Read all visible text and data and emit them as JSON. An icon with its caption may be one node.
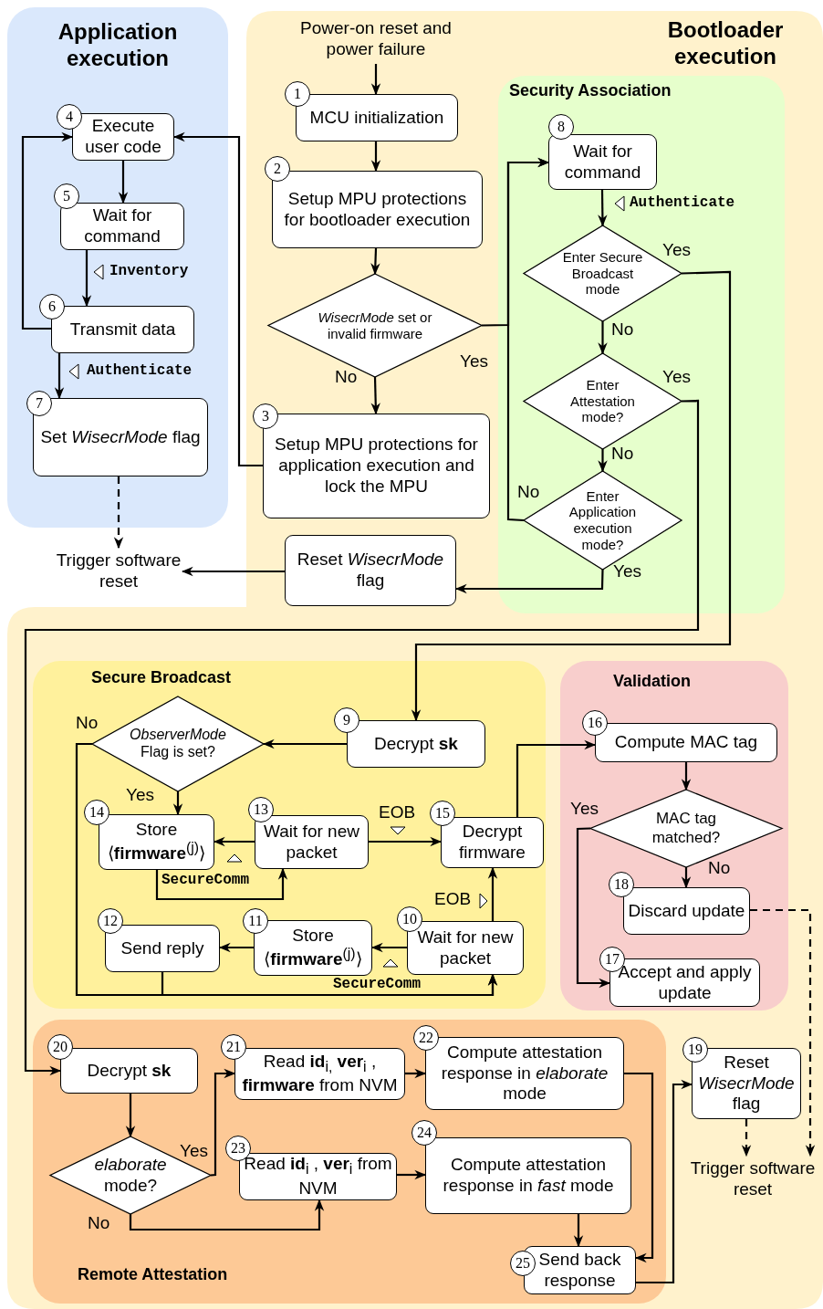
{
  "diagram": {
    "nodes": [
      {
        "text": [
          "Application execution"
        ]
      },
      {
        "text": [
          "4",
          "Execute user code"
        ],
        "in": 0
      },
      {
        "text": [
          "5",
          "Wait for command"
        ],
        "in": 0
      },
      {
        "text": [
          "6",
          "Transmit data"
        ],
        "in": 0
      },
      {
        "text": [
          "7",
          "Set *WisecrMode* flag"
        ],
        "in": 0
      },
      {
        "text": [
          "Trigger software reset"
        ]
      },
      {
        "text": [
          "Bootloader execution"
        ]
      },
      {
        "text": [
          "Power-on reset and power failure"
        ],
        "in": 6
      },
      {
        "text": [
          "1",
          "MCU initialization"
        ],
        "in": 6
      },
      {
        "text": [
          "2",
          "Setup MPU protections for bootloader execution"
        ],
        "in": 6
      },
      {
        "text": [
          "*WisecrMode* set or invalid firmware"
        ],
        "in": 6
      },
      {
        "text": [
          "3",
          "Setup MPU protections for application execution and lock the MPU"
        ],
        "in": 6
      },
      {
        "text": [
          "Reset *WisecrMode* flag"
        ],
        "in": 6
      },
      {
        "text": [
          "Security Association"
        ],
        "in": 6
      },
      {
        "text": [
          "8",
          "Wait for command"
        ],
        "in": 13
      },
      {
        "text": [
          "Enter Secure Broadcast mode"
        ],
        "in": 13
      },
      {
        "text": [
          "Enter Attestation mode?"
        ],
        "in": 13
      },
      {
        "text": [
          "Enter Application execution mode?"
        ],
        "in": 13
      },
      {
        "text": [
          "Secure Broadcast"
        ],
        "in": 6
      },
      {
        "text": [
          "*ObserverMode* Flag is set?"
        ],
        "in": 18
      },
      {
        "text": [
          "9",
          "Decrypt **sk**"
        ],
        "in": 18
      },
      {
        "text": [
          "14",
          "Store ⟨**firmware**$^{(j)}$⟩"
        ],
        "in": 18
      },
      {
        "text": [
          "13",
          "Wait for new packet"
        ],
        "in": 18
      },
      {
        "text": [
          "15",
          "Decrypt firmware"
        ],
        "in": 18
      },
      {
        "text": [
          "12",
          "Send reply"
        ],
        "in": 18
      },
      {
        "text": [
          "11",
          "Store ⟨**firmware**$^{(j)}$⟩"
        ],
        "in": 18
      },
      {
        "text": [
          "10",
          "Wait for new packet"
        ],
        "in": 18
      },
      {
        "text": [
          "Validation"
        ],
        "in": 6
      },
      {
        "text": [
          "16",
          "Compute MAC tag"
        ],
        "in": 27
      },
      {
        "text": [
          "MAC tag matched?"
        ],
        "in": 27
      },
      {
        "text": [
          "18",
          "Discard update"
        ],
        "in": 27
      },
      {
        "text": [
          "17",
          "Accept and apply update"
        ],
        "in": 27
      },
      {
        "text": [
          "19",
          "Reset *WisecrMode* flag"
        ],
        "in": 6
      },
      {
        "text": [
          "Trigger software reset"
        ],
        "in": 6
      },
      {
        "text": [
          "Remote Attestation"
        ],
        "in": 6
      },
      {
        "text": [
          "20",
          "Decrypt **sk**"
        ],
        "in": 34
      },
      {
        "text": [
          "*elaborate* mode?"
        ],
        "in": 34
      },
      {
        "text": [
          "21",
          "Read **id**$_{i,}$ **ver**$_{i}$ , **firmware** from NVM"
        ],
        "in": 34
      },
      {
        "text": [
          "22",
          "Compute attestation response in *elaborate* mode"
        ],
        "in": 34
      },
      {
        "text": [
          "23",
          "Read **id**$_{i}$ , **ver**$_{i}$ from NVM"
        ],
        "in": 34
      },
      {
        "text": [
          "24",
          "Compute attestation response in *fast* mode"
        ],
        "in": 34
      },
      {
        "text": [
          "25",
          "Send back response"
        ],
        "in": 34
      }
    ],
    "edges": [
      {
        "from": 1,
        "to": 2,
        "arrow": "to"
      },
      {
        "from": 2,
        "to": 3,
        "arrow": "to",
        "label": "Inventory"
      },
      {
        "from": 3,
        "to": 1,
        "arrow": "to"
      },
      {
        "from": 3,
        "to": 4,
        "arrow": "to",
        "label": "Authenticate"
      },
      {
        "from": 4,
        "to": 5,
        "arrow": "to",
        "style": "dashed"
      },
      {
        "from": 7,
        "to": 8,
        "arrow": "to"
      },
      {
        "from": 8,
        "to": 9,
        "arrow": "to"
      },
      {
        "from": 9,
        "to": 10,
        "arrow": "to"
      },
      {
        "from": 10,
        "to": 11,
        "arrow": "to",
        "label": "No"
      },
      {
        "from": 11,
        "to": 1,
        "arrow": "to"
      },
      {
        "from": 10,
        "to": 14,
        "arrow": "to",
        "label": "Yes"
      },
      {
        "from": 14,
        "to": 15,
        "arrow": "to",
        "label": "Authenticate"
      },
      {
        "from": 15,
        "to": 16,
        "arrow": "to",
        "label": "No"
      },
      {
        "from": 16,
        "to": 17,
        "arrow": "to",
        "label": "No"
      },
      {
        "from": 17,
        "to": 14,
        "arrow": "to",
        "label": "No"
      },
      {
        "from": 17,
        "to": 12,
        "arrow": "to",
        "label": "Yes"
      },
      {
        "from": 12,
        "to": 5,
        "arrow": "to"
      },
      {
        "from": 15,
        "to": 20,
        "arrow": "to",
        "label": "Yes"
      },
      {
        "from": 16,
        "to": 35,
        "arrow": "to",
        "label": "Yes"
      },
      {
        "from": 20,
        "to": 19,
        "arrow": "to"
      },
      {
        "from": 19,
        "to": 21,
        "arrow": "to",
        "label": "Yes"
      },
      {
        "from": 19,
        "to": 26,
        "arrow": "to",
        "label": "No"
      },
      {
        "from": 22,
        "to": 21,
        "arrow": "to"
      },
      {
        "from": 21,
        "to": 22,
        "arrow": "to",
        "label": "SecureComm"
      },
      {
        "from": 22,
        "to": 23,
        "arrow": "to",
        "label": "EOB"
      },
      {
        "from": 26,
        "to": 25,
        "arrow": "to"
      },
      {
        "from": 25,
        "to": 24,
        "arrow": "to"
      },
      {
        "from": 24,
        "to": 26,
        "arrow": "to",
        "label": "SecureComm"
      },
      {
        "from": 26,
        "to": 23,
        "arrow": "to",
        "label": "EOB"
      },
      {
        "from": 23,
        "to": 28,
        "arrow": "to"
      },
      {
        "from": 28,
        "to": 29,
        "arrow": "to"
      },
      {
        "from": 29,
        "to": 31,
        "arrow": "to",
        "label": "Yes"
      },
      {
        "from": 29,
        "to": 30,
        "arrow": "to",
        "label": "No"
      },
      {
        "from": 30,
        "to": 33,
        "arrow": "to",
        "style": "dashed"
      },
      {
        "from": 32,
        "to": 33,
        "arrow": "to",
        "style": "dashed"
      },
      {
        "from": 35,
        "to": 36,
        "arrow": "to"
      },
      {
        "from": 36,
        "to": 37,
        "arrow": "to",
        "label": "Yes"
      },
      {
        "from": 36,
        "to": 39,
        "arrow": "to",
        "label": "No"
      },
      {
        "from": 37,
        "to": 38,
        "arrow": "to"
      },
      {
        "from": 39,
        "to": 40,
        "arrow": "to"
      },
      {
        "from": 38,
        "to": 41,
        "arrow": "to"
      },
      {
        "from": 40,
        "to": 41,
        "arrow": "to"
      },
      {
        "from": 41,
        "to": 32,
        "arrow": "to"
      }
    ]
  }
}
